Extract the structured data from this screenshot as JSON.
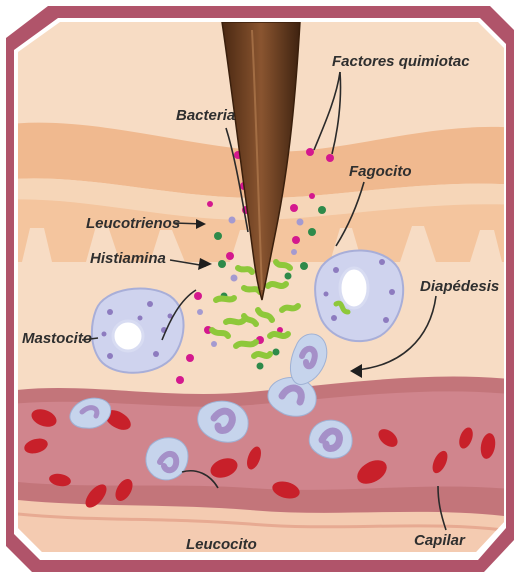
{
  "diagram": {
    "labels": {
      "factores": "Factores quimiotac",
      "bacteria": "Bacteria",
      "fagocito": "Fagocito",
      "leucotrienos": "Leucotrienos",
      "histiamina": "Histiamina",
      "diapedesis": "Diapédesis",
      "mastocito": "Mastocito",
      "leucocito": "Leucocito",
      "capilar": "Capilar"
    },
    "colors": {
      "frame": "#b0546a",
      "background": "#f6d4b6",
      "skin_top": "#f2c6a0",
      "dermis": "#f4cdb0",
      "capillary": "#c06a72",
      "rbc": "#c8202a",
      "cell": "#c6d4ec",
      "nucleus": "#a590c8",
      "bacteria": "#8ec83a",
      "chemo_dot": "#d4188e",
      "splinter": "#6b3a1e"
    }
  }
}
